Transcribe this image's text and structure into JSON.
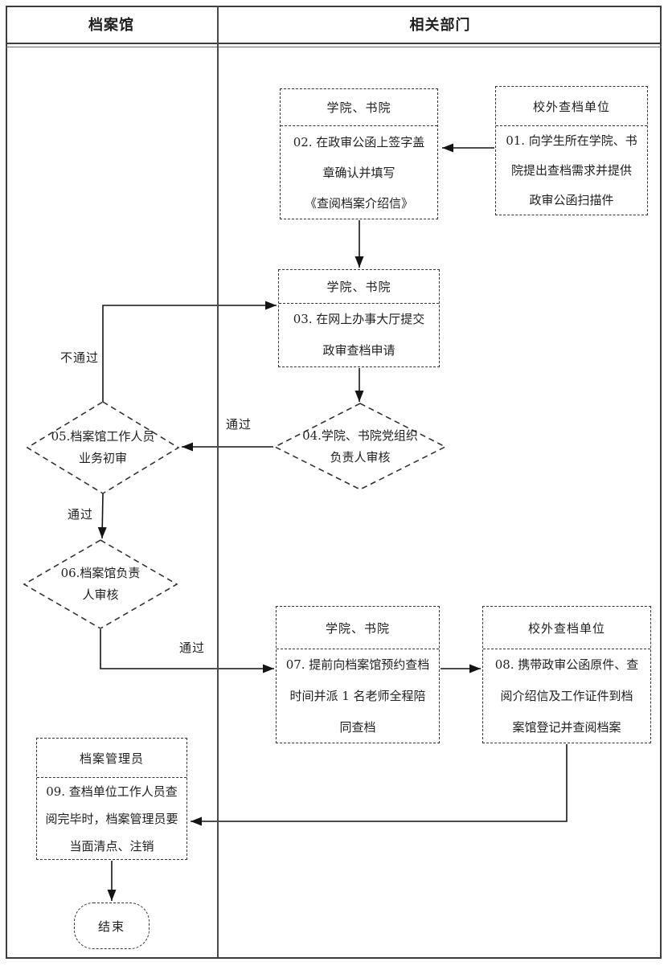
{
  "lanes": {
    "left_title": "档案馆",
    "right_title": "相关部门"
  },
  "nodes": {
    "step01": {
      "header": "校外查档单位",
      "body": "01. 向学生所在学院、书\n院提出查档需求并提供\n政审公函扫描件"
    },
    "step02": {
      "header": "学院、书院",
      "body": "02. 在政审公函上签字盖\n章确认并填写\n《查阅档案介绍信》"
    },
    "step03": {
      "header": "学院、书院",
      "body": "03. 在网上办事大厅提交\n政审查档申请"
    },
    "step04": {
      "label": "04.学院、书院党组织\n负责人审核"
    },
    "step05": {
      "label": "05.档案馆工作人员\n业务初审"
    },
    "step06": {
      "label": "06.档案馆负责\n人审核"
    },
    "step07": {
      "header": "学院、书院",
      "body": "07. 提前向档案馆预约查档\n时间并派 1 名老师全程陪\n同查档"
    },
    "step08": {
      "header": "校外查档单位",
      "body": "08. 携带政审公函原件、查\n阅介绍信及工作证件到档\n案馆登记并查阅档案"
    },
    "step09": {
      "header": "档案管理员",
      "body": "09. 查档单位工作人员查\n阅完毕时，档案管理员要\n当面清点、注销"
    },
    "end": {
      "label": "结束"
    }
  },
  "edge_labels": {
    "fail_05_to_03": "不通过",
    "pass_04_to_05": "通过",
    "pass_05_to_06": "通过",
    "pass_06_to_07": "通过"
  },
  "colors": {
    "line": "#141414",
    "dashed_border": "#333333",
    "frame": "#3d3d3d",
    "text": "#1f1f1f"
  }
}
